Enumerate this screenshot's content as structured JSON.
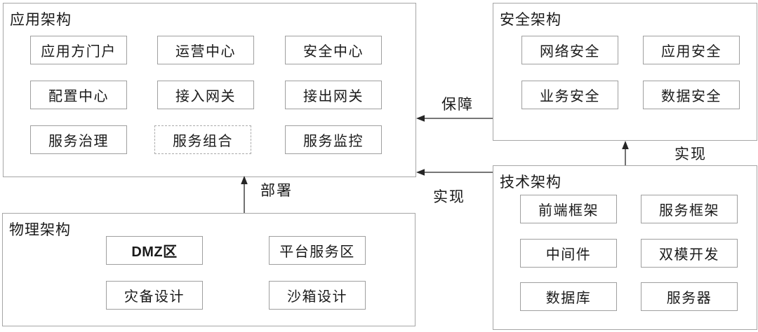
{
  "diagram": {
    "sections": {
      "application": {
        "title": "应用架构",
        "items": [
          "应用方门户",
          "运营中心",
          "安全中心",
          "配置中心",
          "接入网关",
          "接出网关",
          "服务治理",
          "服务组合",
          "服务监控"
        ]
      },
      "security": {
        "title": "安全架构",
        "items": [
          "网络安全",
          "应用安全",
          "业务安全",
          "数据安全"
        ]
      },
      "technology": {
        "title": "技术架构",
        "items": [
          "前端框架",
          "服务框架",
          "中间件",
          "双模开发",
          "数据库",
          "服务器"
        ]
      },
      "physical": {
        "title": "物理架构",
        "items": [
          "DMZ区",
          "平台服务区",
          "灾备设计",
          "沙箱设计"
        ]
      }
    },
    "arrows": {
      "guarantee": {
        "label": "保障",
        "from": "security",
        "to": "application"
      },
      "realize_to_application": {
        "label": "实现",
        "from": "technology",
        "to": "application"
      },
      "realize_to_security": {
        "label": "实现",
        "from": "technology",
        "to": "security"
      },
      "deploy": {
        "label": "部署",
        "from": "physical",
        "to": "application"
      }
    },
    "colors": {
      "panel_border": "#a6a6a6",
      "node_border": "#9f9f9f",
      "text": "#1a1a1a",
      "arrow": "#262626",
      "background": "#ffffff"
    }
  }
}
